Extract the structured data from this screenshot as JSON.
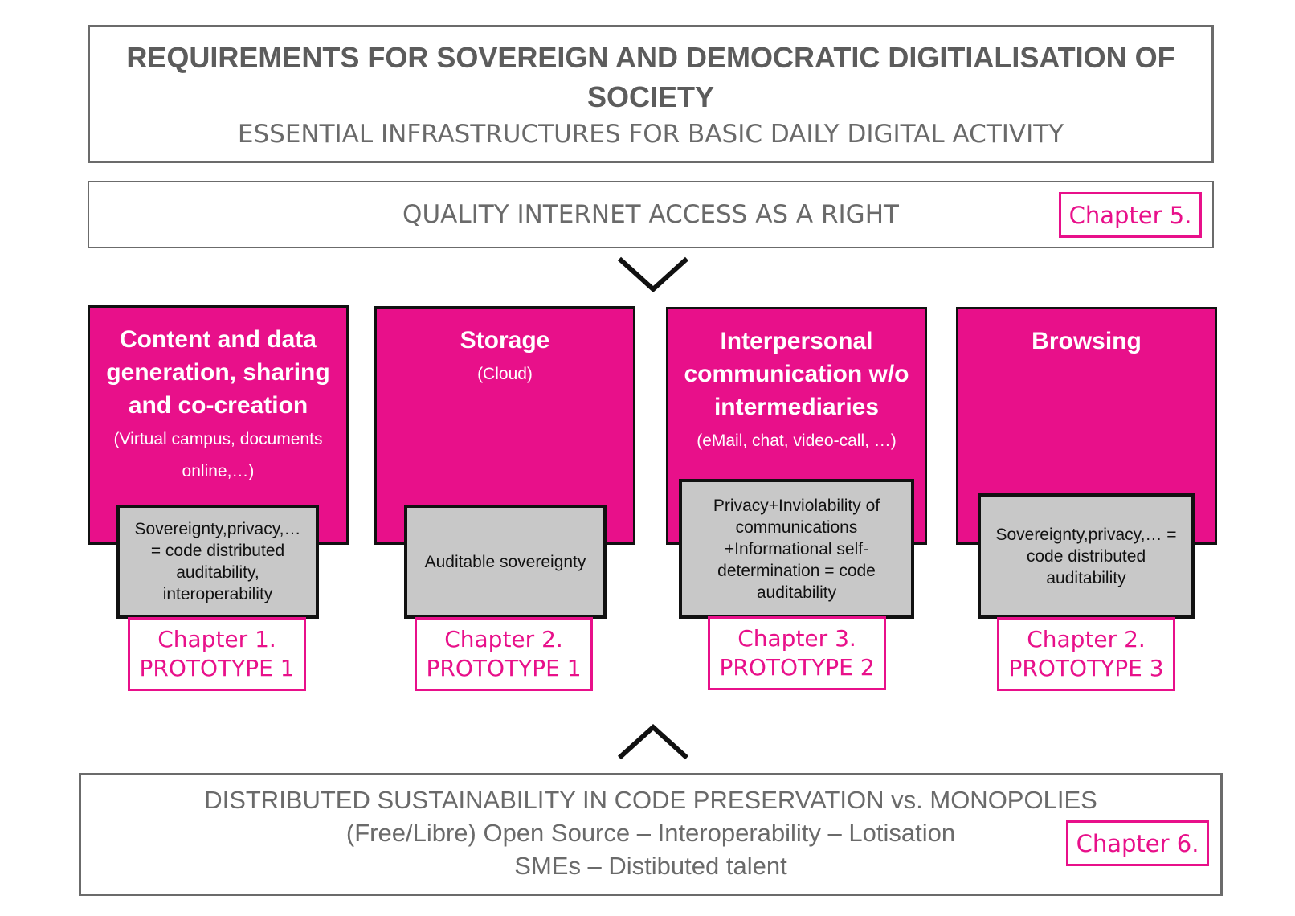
{
  "header": {
    "title": "REQUIREMENTS FOR SOVEREIGN AND DEMOCRATIC DIGITIALISATION OF SOCIETY",
    "subtitle": "ESSENTIAL INFRASTRUCTURES FOR BASIC DAILY DIGITAL ACTIVITY"
  },
  "internet": {
    "text": "QUALITY INTERNET ACCESS AS A RIGHT",
    "chapter": "Chapter 5."
  },
  "columns": [
    {
      "title": "Content and data generation, sharing and co-creation",
      "subtitle": "(Virtual campus, documents online,…)",
      "box_text": "Sovereignty,privacy,… = code distributed auditability, interoperability",
      "chapter": "Chapter 1.",
      "prototype": "PROTOTYPE 1"
    },
    {
      "title": "Storage",
      "subtitle": "(Cloud)",
      "box_text": "Auditable sovereignty",
      "chapter": "Chapter 2.",
      "prototype": "PROTOTYPE 1"
    },
    {
      "title": "Interpersonal communication w/o intermediaries",
      "subtitle": "(eMail, chat, video-call, …)",
      "box_text": "Privacy+Inviolability of communications +Informational self-determination = code auditability",
      "chapter": "Chapter 3.",
      "prototype": "PROTOTYPE 2"
    },
    {
      "title": "Browsing",
      "subtitle": "",
      "box_text": "Sovereignty,privacy,… = code distributed auditability",
      "chapter": "Chapter 2.",
      "prototype": "PROTOTYPE 3"
    }
  ],
  "bottom": {
    "line1": "DISTRIBUTED SUSTAINABILITY IN CODE PRESERVATION vs. MONOPOLIES",
    "line2": "(Free/Libre) Open Source – Interoperability – Lotisation",
    "line3": "SMEs – Distibuted talent",
    "chapter": "Chapter 6."
  },
  "colors": {
    "accent": "#e8108a",
    "grey_box": "#c8c8c8",
    "frame": "#6b6b6b",
    "text_grey": "#6a6a6a"
  }
}
